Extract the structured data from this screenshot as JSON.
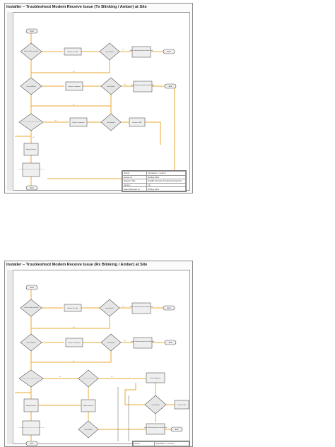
{
  "pages": [
    {
      "title": "Installer – Troubleshoot Modem Receive Issue (Tx Blinking / Amber) at Site",
      "nodes": {
        "start": "Start",
        "check_cable": "Check Rx Cable connectivity",
        "replace_rx_cable": "Replace Rx Cable",
        "issue_solved_1": "Issue Solved?",
        "update_record_1": "Update Troubleshooting worksheet in Remote Profile",
        "end_1": "End",
        "check_lnb": "Check LNB/Dish",
        "replace_lnb": "Replace Component",
        "issue_solved_2": "Issue Solved?",
        "update_record_2": "Update Troubleshooting worksheet in Remote Profile",
        "end_2": "End",
        "check_modem": "Replace RF Cable and Check Rx and Tx Levels",
        "replace_modem": "Replace Component",
        "issue_solved_3": "Issue Solved?",
        "escalate": "Escalate to NMT",
        "manage_remote": "Manage Remote",
        "update_record_3": "Update Troubleshooting worksheet in Remote Profile & RMA Number in Comments",
        "end_3": "End"
      },
      "edge_labels": {
        "yes": "Yes",
        "no": "No"
      },
      "legend": {
        "rows": [
          [
            "Owner",
            "Operations – Level 2"
          ],
          [
            "Issued on",
            "20-May-2011"
          ],
          [
            "Diagram Title",
            "Installer Network Troubleshooting Flow"
          ],
          [
            "Version",
            "2.0"
          ],
          [
            "Date Reviewed on",
            "20-May-2011"
          ]
        ]
      }
    },
    {
      "title": "Installer – Troubleshoot Modem Receive Issue (Rx Blinking / Amber) at Site",
      "nodes": {
        "start": "Start",
        "check_cable": "Check Rx Cable connectivity",
        "replace_rx_cable": "Replace Rx Cable",
        "issue_solved_1": "Issue Solved?",
        "update_record_1": "Update Troubleshooting worksheet in Remote Profile",
        "end_1": "End",
        "check_lnb": "Check LNB/Dish",
        "replace_lnb": "Replace Component",
        "issue_solved_2": "Issue Solved?",
        "update_record_2": "Update Troubleshooting worksheet in Remote Profile",
        "end_2": "End",
        "check_modem": "Replace RF Cable and Check Rx and Tx Levels",
        "check_rx_level": "Check SNR for Level in Modem",
        "recheck_antenna": "Recheck Antenna",
        "manage_remote": "Manage Remote",
        "replace_modem": "Replace Component",
        "issue_solved_3": "Issue Solved?",
        "escalate": "Escalate to NMT",
        "update_record_3": "Update Troubleshooting worksheet in Remote Profile & RMA Number in Comments",
        "issue_solved_4": "Issue Solved?",
        "update_record_4": "Update Troubleshooting worksheet in Remote Profile",
        "end_4": "End",
        "end_3": "End"
      },
      "edge_labels": {
        "yes": "Yes",
        "no": "No"
      },
      "legend": {
        "rows": [
          [
            "Owner",
            "Operations – Level 2"
          ]
        ]
      }
    }
  ]
}
